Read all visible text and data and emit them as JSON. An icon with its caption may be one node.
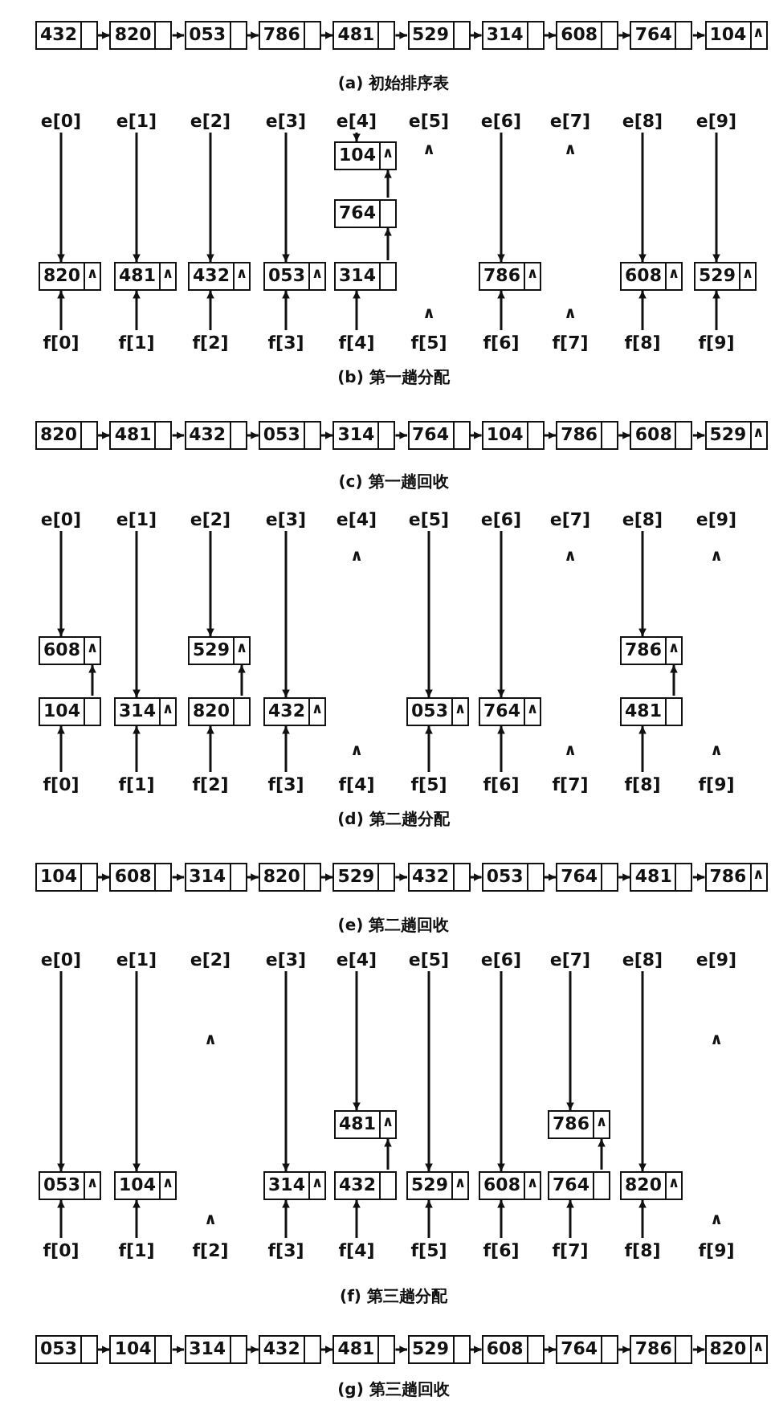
{
  "diagram": {
    "nodes": [
      {
        "text": [
          "432"
        ]
      },
      {
        "text": [
          "820"
        ]
      },
      {
        "text": [
          "053"
        ]
      },
      {
        "text": [
          "786"
        ]
      },
      {
        "text": [
          "481"
        ]
      },
      {
        "text": [
          "529"
        ]
      },
      {
        "text": [
          "314"
        ]
      },
      {
        "text": [
          "608"
        ]
      },
      {
        "text": [
          "764"
        ]
      },
      {
        "text": [
          "104",
          "∧"
        ]
      },
      {
        "text": [
          "e[0]"
        ]
      },
      {
        "text": [
          "e[1]"
        ]
      },
      {
        "text": [
          "e[2]"
        ]
      },
      {
        "text": [
          "e[3]"
        ]
      },
      {
        "text": [
          "e[4]"
        ]
      },
      {
        "text": [
          "e[5]"
        ]
      },
      {
        "text": [
          "e[6]"
        ]
      },
      {
        "text": [
          "e[7]"
        ]
      },
      {
        "text": [
          "e[8]"
        ]
      },
      {
        "text": [
          "e[9]"
        ]
      },
      {
        "text": [
          "104",
          "∧"
        ]
      },
      {
        "text": [
          "764"
        ]
      },
      {
        "text": [
          "820",
          "∧"
        ]
      },
      {
        "text": [
          "481",
          "∧"
        ]
      },
      {
        "text": [
          "432",
          "∧"
        ]
      },
      {
        "text": [
          "053",
          "∧"
        ]
      },
      {
        "text": [
          "314"
        ]
      },
      {
        "text": [
          "786",
          "∧"
        ]
      },
      {
        "text": [
          "608",
          "∧"
        ]
      },
      {
        "text": [
          "529",
          "∧"
        ]
      },
      {
        "text": [
          "f[0]"
        ]
      },
      {
        "text": [
          "f[1]"
        ]
      },
      {
        "text": [
          "f[2]"
        ]
      },
      {
        "text": [
          "f[3]"
        ]
      },
      {
        "text": [
          "f[4]"
        ]
      },
      {
        "text": [
          "f[5]"
        ]
      },
      {
        "text": [
          "f[6]"
        ]
      },
      {
        "text": [
          "f[7]"
        ]
      },
      {
        "text": [
          "f[8]"
        ]
      },
      {
        "text": [
          "f[9]"
        ]
      },
      {
        "text": [
          "820"
        ]
      },
      {
        "text": [
          "481"
        ]
      },
      {
        "text": [
          "432"
        ]
      },
      {
        "text": [
          "053"
        ]
      },
      {
        "text": [
          "314"
        ]
      },
      {
        "text": [
          "764"
        ]
      },
      {
        "text": [
          "104"
        ]
      },
      {
        "text": [
          "786"
        ]
      },
      {
        "text": [
          "608"
        ]
      },
      {
        "text": [
          "529",
          "∧"
        ]
      },
      {
        "text": [
          "e[0]"
        ]
      },
      {
        "text": [
          "e[1]"
        ]
      },
      {
        "text": [
          "e[2]"
        ]
      },
      {
        "text": [
          "e[3]"
        ]
      },
      {
        "text": [
          "e[4]"
        ]
      },
      {
        "text": [
          "e[5]"
        ]
      },
      {
        "text": [
          "e[6]"
        ]
      },
      {
        "text": [
          "e[7]"
        ]
      },
      {
        "text": [
          "e[8]"
        ]
      },
      {
        "text": [
          "e[9]"
        ]
      },
      {
        "text": [
          "608",
          "∧"
        ]
      },
      {
        "text": [
          "529",
          "∧"
        ]
      },
      {
        "text": [
          "786",
          "∧"
        ]
      },
      {
        "text": [
          "104"
        ]
      },
      {
        "text": [
          "314",
          "∧"
        ]
      },
      {
        "text": [
          "820"
        ]
      },
      {
        "text": [
          "432",
          "∧"
        ]
      },
      {
        "text": [
          "053",
          "∧"
        ]
      },
      {
        "text": [
          "764",
          "∧"
        ]
      },
      {
        "text": [
          "481"
        ]
      },
      {
        "text": [
          "f[0]"
        ]
      },
      {
        "text": [
          "f[1]"
        ]
      },
      {
        "text": [
          "f[2]"
        ]
      },
      {
        "text": [
          "f[3]"
        ]
      },
      {
        "text": [
          "f[4]"
        ]
      },
      {
        "text": [
          "f[5]"
        ]
      },
      {
        "text": [
          "f[6]"
        ]
      },
      {
        "text": [
          "f[7]"
        ]
      },
      {
        "text": [
          "f[8]"
        ]
      },
      {
        "text": [
          "f[9]"
        ]
      },
      {
        "text": [
          "104"
        ]
      },
      {
        "text": [
          "608"
        ]
      },
      {
        "text": [
          "314"
        ]
      },
      {
        "text": [
          "820"
        ]
      },
      {
        "text": [
          "529"
        ]
      },
      {
        "text": [
          "432"
        ]
      },
      {
        "text": [
          "053"
        ]
      },
      {
        "text": [
          "764"
        ]
      },
      {
        "text": [
          "481"
        ]
      },
      {
        "text": [
          "786",
          "∧"
        ]
      },
      {
        "text": [
          "e[0]"
        ]
      },
      {
        "text": [
          "e[1]"
        ]
      },
      {
        "text": [
          "e[2]"
        ]
      },
      {
        "text": [
          "e[3]"
        ]
      },
      {
        "text": [
          "e[4]"
        ]
      },
      {
        "text": [
          "e[5]"
        ]
      },
      {
        "text": [
          "e[6]"
        ]
      },
      {
        "text": [
          "e[7]"
        ]
      },
      {
        "text": [
          "e[8]"
        ]
      },
      {
        "text": [
          "e[9]"
        ]
      },
      {
        "text": [
          "481",
          "∧"
        ]
      },
      {
        "text": [
          "786",
          "∧"
        ]
      },
      {
        "text": [
          "053",
          "∧"
        ]
      },
      {
        "text": [
          "104",
          "∧"
        ]
      },
      {
        "text": [
          "314",
          "∧"
        ]
      },
      {
        "text": [
          "432"
        ]
      },
      {
        "text": [
          "529",
          "∧"
        ]
      },
      {
        "text": [
          "608",
          "∧"
        ]
      },
      {
        "text": [
          "764"
        ]
      },
      {
        "text": [
          "820",
          "∧"
        ]
      },
      {
        "text": [
          "f[0]"
        ]
      },
      {
        "text": [
          "f[1]"
        ]
      },
      {
        "text": [
          "f[2]"
        ]
      },
      {
        "text": [
          "f[3]"
        ]
      },
      {
        "text": [
          "f[4]"
        ]
      },
      {
        "text": [
          "f[5]"
        ]
      },
      {
        "text": [
          "f[6]"
        ]
      },
      {
        "text": [
          "f[7]"
        ]
      },
      {
        "text": [
          "f[8]"
        ]
      },
      {
        "text": [
          "f[9]"
        ]
      },
      {
        "text": [
          "053"
        ]
      },
      {
        "text": [
          "104"
        ]
      },
      {
        "text": [
          "314"
        ]
      },
      {
        "text": [
          "432"
        ]
      },
      {
        "text": [
          "481"
        ]
      },
      {
        "text": [
          "529"
        ]
      },
      {
        "text": [
          "608"
        ]
      },
      {
        "text": [
          "764"
        ]
      },
      {
        "text": [
          "786"
        ]
      },
      {
        "text": [
          "820",
          "∧"
        ]
      }
    ],
    "edges": [
      {
        "from": 0,
        "to": 1,
        "arrow": "to"
      },
      {
        "from": 1,
        "to": 2,
        "arrow": "to"
      },
      {
        "from": 2,
        "to": 3,
        "arrow": "to"
      },
      {
        "from": 3,
        "to": 4,
        "arrow": "to"
      },
      {
        "from": 4,
        "to": 5,
        "arrow": "to"
      },
      {
        "from": 5,
        "to": 6,
        "arrow": "to"
      },
      {
        "from": 6,
        "to": 7,
        "arrow": "to"
      },
      {
        "from": 7,
        "to": 8,
        "arrow": "to"
      },
      {
        "from": 8,
        "to": 9,
        "arrow": "to"
      },
      {
        "from": 10,
        "to": 22,
        "arrow": "to"
      },
      {
        "from": 11,
        "to": 23,
        "arrow": "to"
      },
      {
        "from": 12,
        "to": 24,
        "arrow": "to"
      },
      {
        "from": 13,
        "to": 25,
        "arrow": "to"
      },
      {
        "from": 14,
        "to": 20,
        "arrow": "to"
      },
      {
        "from": 16,
        "to": 27,
        "arrow": "to"
      },
      {
        "from": 18,
        "to": 28,
        "arrow": "to"
      },
      {
        "from": 19,
        "to": 29,
        "arrow": "to"
      },
      {
        "from": 21,
        "to": 20,
        "arrow": "to"
      },
      {
        "from": 26,
        "to": 21,
        "arrow": "to"
      },
      {
        "from": 30,
        "to": 22,
        "arrow": "to"
      },
      {
        "from": 31,
        "to": 23,
        "arrow": "to"
      },
      {
        "from": 32,
        "to": 24,
        "arrow": "to"
      },
      {
        "from": 33,
        "to": 25,
        "arrow": "to"
      },
      {
        "from": 34,
        "to": 26,
        "arrow": "to"
      },
      {
        "from": 36,
        "to": 27,
        "arrow": "to"
      },
      {
        "from": 38,
        "to": 28,
        "arrow": "to"
      },
      {
        "from": 39,
        "to": 29,
        "arrow": "to"
      },
      {
        "from": 40,
        "to": 41,
        "arrow": "to"
      },
      {
        "from": 41,
        "to": 42,
        "arrow": "to"
      },
      {
        "from": 42,
        "to": 43,
        "arrow": "to"
      },
      {
        "from": 43,
        "to": 44,
        "arrow": "to"
      },
      {
        "from": 44,
        "to": 45,
        "arrow": "to"
      },
      {
        "from": 45,
        "to": 46,
        "arrow": "to"
      },
      {
        "from": 46,
        "to": 47,
        "arrow": "to"
      },
      {
        "from": 47,
        "to": 48,
        "arrow": "to"
      },
      {
        "from": 48,
        "to": 49,
        "arrow": "to"
      },
      {
        "from": 50,
        "to": 60,
        "arrow": "to"
      },
      {
        "from": 51,
        "to": 64,
        "arrow": "to"
      },
      {
        "from": 52,
        "to": 61,
        "arrow": "to"
      },
      {
        "from": 53,
        "to": 66,
        "arrow": "to"
      },
      {
        "from": 55,
        "to": 67,
        "arrow": "to"
      },
      {
        "from": 56,
        "to": 68,
        "arrow": "to"
      },
      {
        "from": 58,
        "to": 62,
        "arrow": "to"
      },
      {
        "from": 63,
        "to": 60,
        "arrow": "to"
      },
      {
        "from": 65,
        "to": 61,
        "arrow": "to"
      },
      {
        "from": 69,
        "to": 62,
        "arrow": "to"
      },
      {
        "from": 70,
        "to": 63,
        "arrow": "to"
      },
      {
        "from": 71,
        "to": 64,
        "arrow": "to"
      },
      {
        "from": 72,
        "to": 65,
        "arrow": "to"
      },
      {
        "from": 73,
        "to": 66,
        "arrow": "to"
      },
      {
        "from": 75,
        "to": 67,
        "arrow": "to"
      },
      {
        "from": 76,
        "to": 68,
        "arrow": "to"
      },
      {
        "from": 78,
        "to": 69,
        "arrow": "to"
      },
      {
        "from": 80,
        "to": 81,
        "arrow": "to"
      },
      {
        "from": 81,
        "to": 82,
        "arrow": "to"
      },
      {
        "from": 82,
        "to": 83,
        "arrow": "to"
      },
      {
        "from": 83,
        "to": 84,
        "arrow": "to"
      },
      {
        "from": 84,
        "to": 85,
        "arrow": "to"
      },
      {
        "from": 85,
        "to": 86,
        "arrow": "to"
      },
      {
        "from": 86,
        "to": 87,
        "arrow": "to"
      },
      {
        "from": 87,
        "to": 88,
        "arrow": "to"
      },
      {
        "from": 88,
        "to": 89,
        "arrow": "to"
      },
      {
        "from": 90,
        "to": 102,
        "arrow": "to"
      },
      {
        "from": 91,
        "to": 103,
        "arrow": "to"
      },
      {
        "from": 93,
        "to": 104,
        "arrow": "to"
      },
      {
        "from": 94,
        "to": 100,
        "arrow": "to"
      },
      {
        "from": 95,
        "to": 106,
        "arrow": "to"
      },
      {
        "from": 96,
        "to": 107,
        "arrow": "to"
      },
      {
        "from": 97,
        "to": 101,
        "arrow": "to"
      },
      {
        "from": 98,
        "to": 109,
        "arrow": "to"
      },
      {
        "from": 105,
        "to": 100,
        "arrow": "to"
      },
      {
        "from": 108,
        "to": 101,
        "arrow": "to"
      },
      {
        "from": 110,
        "to": 102,
        "arrow": "to"
      },
      {
        "from": 111,
        "to": 103,
        "arrow": "to"
      },
      {
        "from": 113,
        "to": 104,
        "arrow": "to"
      },
      {
        "from": 114,
        "to": 105,
        "arrow": "to"
      },
      {
        "from": 115,
        "to": 106,
        "arrow": "to"
      },
      {
        "from": 116,
        "to": 107,
        "arrow": "to"
      },
      {
        "from": 117,
        "to": 108,
        "arrow": "to"
      },
      {
        "from": 118,
        "to": 109,
        "arrow": "to"
      },
      {
        "from": 120,
        "to": 121,
        "arrow": "to"
      },
      {
        "from": 121,
        "to": 122,
        "arrow": "to"
      },
      {
        "from": 122,
        "to": 123,
        "arrow": "to"
      },
      {
        "from": 123,
        "to": 124,
        "arrow": "to"
      },
      {
        "from": 124,
        "to": 125,
        "arrow": "to"
      },
      {
        "from": 125,
        "to": 126,
        "arrow": "to"
      },
      {
        "from": 126,
        "to": 127,
        "arrow": "to"
      },
      {
        "from": 127,
        "to": 128,
        "arrow": "to"
      },
      {
        "from": 128,
        "to": 129,
        "arrow": "to"
      }
    ],
    "labels": [
      "(a) 初始排序表",
      "∧",
      "∧",
      "∧",
      "∧",
      "(b) 第一趟分配",
      "(c) 第一趟回收",
      "∧",
      "∧",
      "∧",
      "∧",
      "∧",
      "∧",
      "(d) 第二趟分配",
      "(e) 第二趟回收",
      "∧",
      "∧",
      "∧",
      "∧",
      "(f) 第三趟分配",
      "(g) 第三趟回收"
    ]
  }
}
